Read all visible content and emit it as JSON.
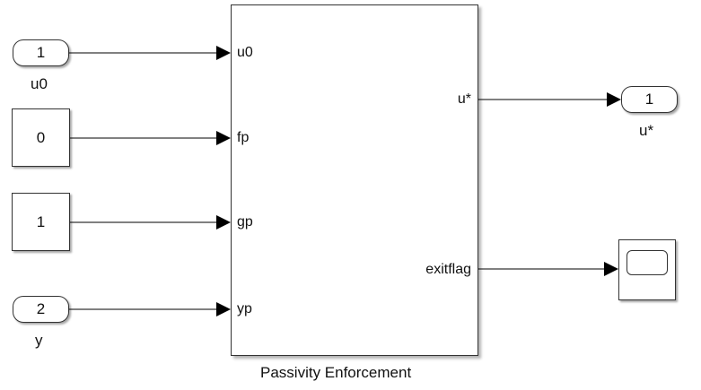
{
  "inputs": {
    "u0": {
      "number": "1",
      "label": "u0"
    },
    "y": {
      "number": "2",
      "label": "y"
    }
  },
  "constants": {
    "fp": {
      "value": "0"
    },
    "gp": {
      "value": "1"
    }
  },
  "subsystem": {
    "title": "Passivity Enforcement",
    "inports": [
      "u0",
      "fp",
      "gp",
      "yp"
    ],
    "outports": [
      "u*",
      "exitflag"
    ]
  },
  "outputs": {
    "u_star": {
      "number": "1",
      "label": "u*"
    }
  },
  "scope": {
    "icon": "scope-icon"
  },
  "colors": {
    "line": "#000000",
    "block_border": "#333333",
    "background": "#ffffff"
  }
}
